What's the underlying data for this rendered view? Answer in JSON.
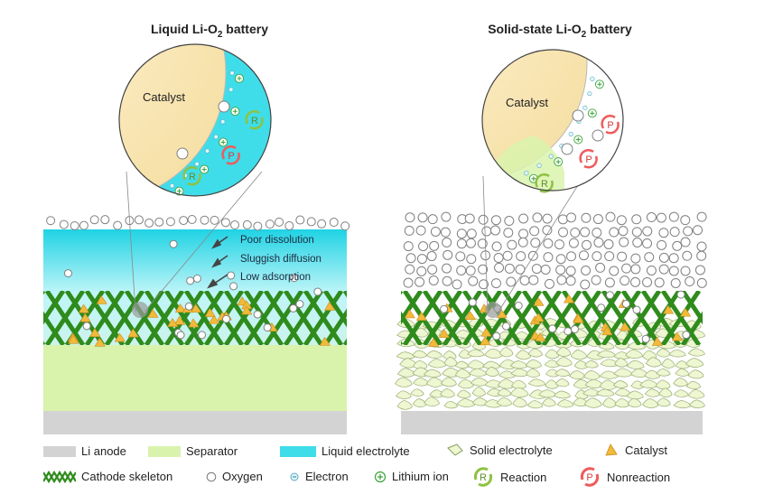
{
  "titles": {
    "liquid": {
      "prefix": "Liquid Li-O",
      "sub": "2",
      "suffix": " battery"
    },
    "solid": {
      "prefix": "Solid-state Li-O",
      "sub": "2",
      "suffix": " battery"
    }
  },
  "zoom_labels": {
    "catalyst": "Catalyst",
    "reaction": "R",
    "nonreaction": "P"
  },
  "annotations": [
    "Poor dissolution",
    "Sluggish diffusion",
    "Low adsorption"
  ],
  "legend": [
    {
      "icon": "li-anode-swatch",
      "label": "Li anode"
    },
    {
      "icon": "separator-swatch",
      "label": "Separator"
    },
    {
      "icon": "liquid-electrolyte-swatch",
      "label": "Liquid electrolyte"
    },
    {
      "icon": "solid-electrolyte-icon",
      "label": "Solid electrolyte"
    },
    {
      "icon": "catalyst-icon",
      "label": "Catalyst"
    },
    {
      "icon": "cathode-skeleton-icon",
      "label": "Cathode skeleton"
    },
    {
      "icon": "oxygen-icon",
      "label": "Oxygen"
    },
    {
      "icon": "electron-icon",
      "label": "Electron"
    },
    {
      "icon": "lithium-ion-icon",
      "label": "Lithium ion"
    },
    {
      "icon": "reaction-icon",
      "label": "Reaction",
      "glyph": "R"
    },
    {
      "icon": "nonreaction-icon",
      "label": "Nonreaction",
      "glyph": "P"
    }
  ],
  "colors": {
    "li_anode": "#d3d3d3",
    "separator": "#d9f3ad",
    "liquid_electrolyte": "#3fdde9",
    "solid_electrolyte": "#eef6d2",
    "catalyst": "#f2b93b",
    "cathode": "#2e8b1c",
    "reaction": "#8fc243",
    "nonreaction": "#ef5b5b"
  }
}
